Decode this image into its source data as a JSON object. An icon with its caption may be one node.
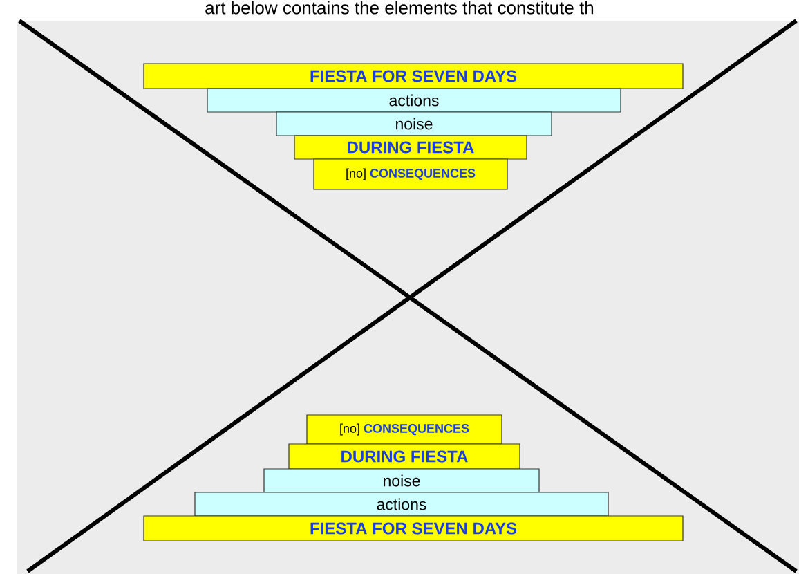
{
  "diagram": {
    "nodes": [
      {
        "text": [
          "FIESTA FOR SEVEN DAYS"
        ]
      },
      {
        "text": [
          "actions"
        ]
      },
      {
        "text": [
          "noise"
        ]
      },
      {
        "text": [
          "DURING FIESTA"
        ]
      },
      {
        "text": [
          "[no]",
          "CONSEQUENCES"
        ]
      },
      {
        "text": [
          "[no]",
          "CONSEQUENCES"
        ]
      },
      {
        "text": [
          "DURING FIESTA"
        ]
      },
      {
        "text": [
          "noise"
        ]
      },
      {
        "text": [
          "actions"
        ]
      },
      {
        "text": [
          "FIESTA FOR SEVEN DAYS"
        ]
      }
    ],
    "labels": [
      "art below contains the elements that constitute th"
    ]
  }
}
